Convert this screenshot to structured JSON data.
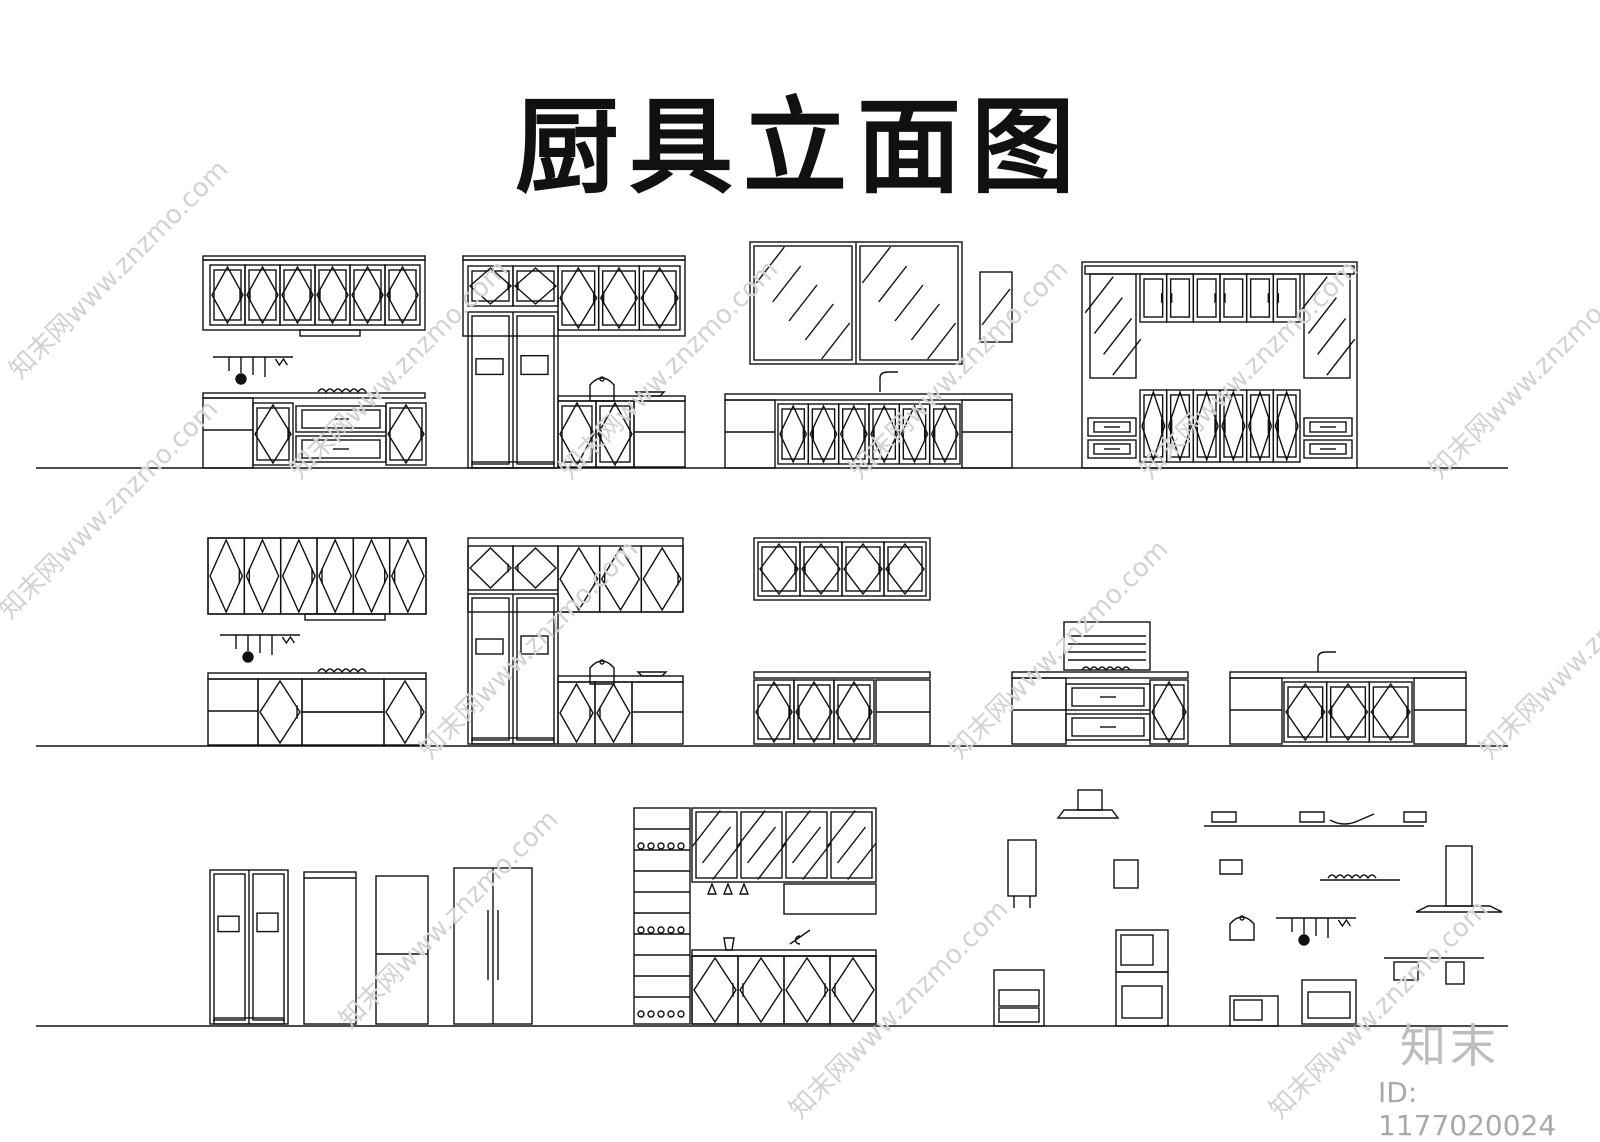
{
  "title": "厨具立面图",
  "watermark": {
    "logo": "知末",
    "id": "ID: 1177020024",
    "repeat_text": "知末网www.znzmo.com"
  },
  "colors": {
    "line": "#111111",
    "watermark": "#cfcfcf",
    "background": "#ffffff"
  }
}
